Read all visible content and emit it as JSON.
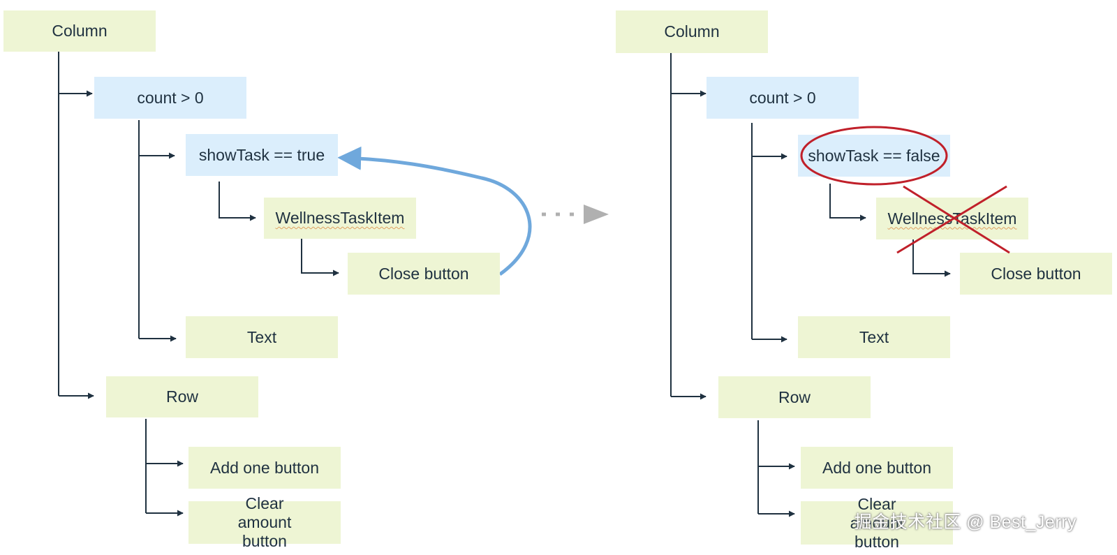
{
  "left": {
    "column": "Column",
    "count": "count > 0",
    "show_task": "showTask == true",
    "wellness_item": "WellnessTaskItem",
    "close_button": "Close button",
    "text": "Text",
    "row": "Row",
    "add_one": "Add one button",
    "clear_amount": "Clear amount button"
  },
  "right": {
    "column": "Column",
    "count": "count > 0",
    "show_task": "showTask == false",
    "wellness_item": "WellnessTaskItem",
    "close_button": "Close button",
    "text": "Text",
    "row": "Row",
    "add_one": "Add one button",
    "clear_amount": "Clear amount button"
  },
  "watermark": "掘金技术社区 @ Best_Jerry",
  "colors": {
    "node_green": "#eef5d4",
    "node_blue": "#dbeefc",
    "connector": "#1f3140",
    "feedback_arrow": "#6fa8dc",
    "transition_arrow": "#b0b0b0",
    "highlight_red": "#c0202a"
  }
}
